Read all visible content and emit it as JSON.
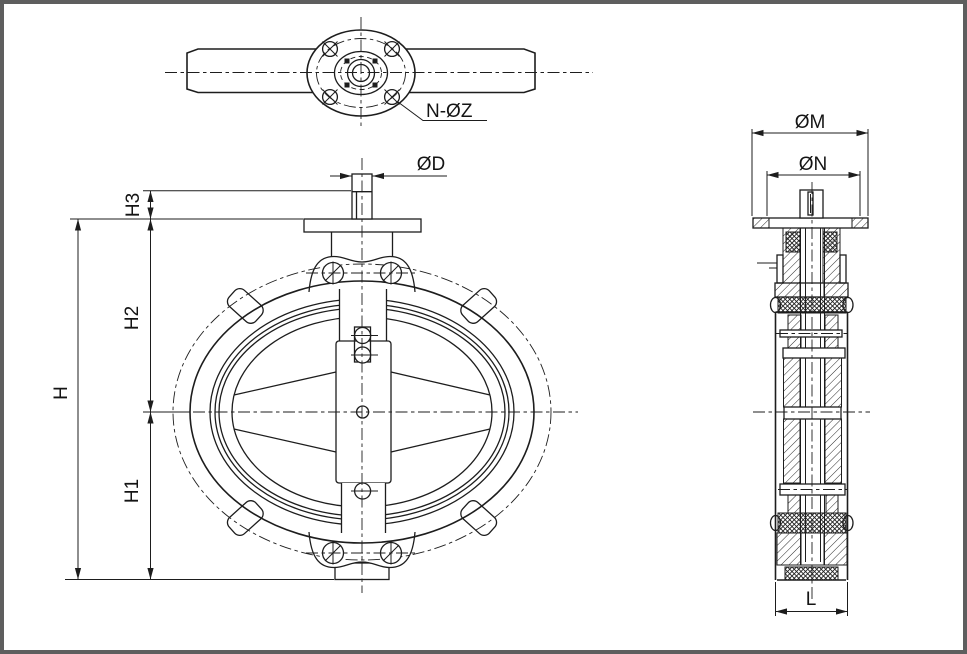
{
  "colors": {
    "line": "#1d1d1d",
    "background": "#ffffff",
    "frame": "#5e5e5e"
  },
  "views": {
    "top": {
      "bolt_pattern_label": "N-ØZ"
    },
    "front": {
      "dims": {
        "stem_diameter": "ØD",
        "stem_height": "H3",
        "upper_height": "H2",
        "lower_height": "H1",
        "total_height": "H"
      }
    },
    "side": {
      "dims": {
        "flange_outer_diameter": "ØM",
        "flange_pilot_diameter": "ØN",
        "face_to_face": "L"
      }
    }
  }
}
